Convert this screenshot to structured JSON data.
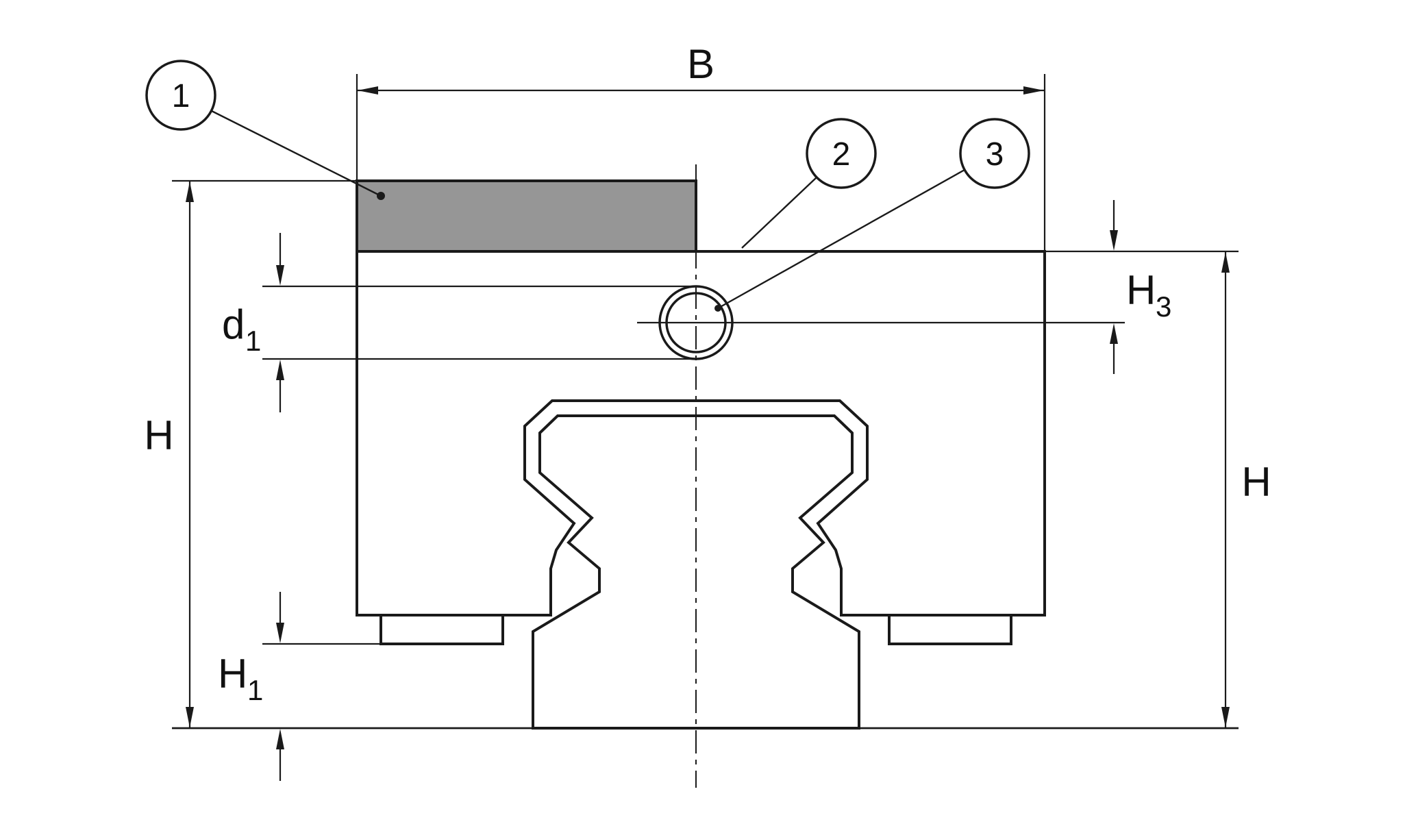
{
  "drawing": {
    "type": "technical-dimension-drawing",
    "subject": "Linear guide carriage on profiled rail, cross-section with mounting dimensions",
    "colors": {
      "line": "#1a1a1a",
      "part_fill": "#ffffff",
      "insert_fill": "#969696",
      "background": "#ffffff"
    },
    "labels": {
      "dim_B": {
        "main": "B"
      },
      "dim_H_left": {
        "main": "H"
      },
      "dim_H_right": {
        "main": "H"
      },
      "dim_H1": {
        "main": "H",
        "sub": "1"
      },
      "dim_H3": {
        "main": "H",
        "sub": "3"
      },
      "dim_d1": {
        "main": "d",
        "sub": "1"
      }
    },
    "callouts": {
      "item_1": "1",
      "item_2": "2",
      "item_3": "3"
    }
  }
}
